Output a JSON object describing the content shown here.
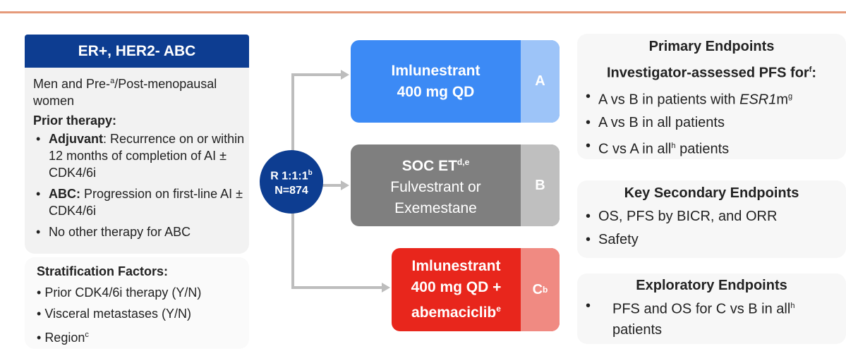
{
  "population": {
    "header": "ER+, HER2- ABC",
    "intro_pre": "Men and Pre-",
    "intro_sup": "a",
    "intro_post": "/Post-menopausal women",
    "prior_title": "Prior therapy:",
    "prior_items": [
      {
        "bold": "Adjuvant",
        "text": ": Recurrence on or within 12 months of completion of AI ± CDK4/6i"
      },
      {
        "bold": "ABC:",
        "text": " Progression on first-line AI ± CDK4/6i"
      },
      {
        "bold": "",
        "text": "No other therapy for ABC"
      }
    ]
  },
  "stratification": {
    "title": "Stratification Factors:",
    "items": [
      "Prior CDK4/6i therapy (Y/N)",
      "Visceral metastases (Y/N)",
      "Region"
    ],
    "region_sup": "c"
  },
  "randomization": {
    "line1": "R 1:1:1",
    "sup": "b",
    "line2": "N=874",
    "color": "#0d3d91"
  },
  "arms": [
    {
      "line1": "Imlunestrant",
      "line2": "400 mg QD",
      "label": "A",
      "color": "#3c8af5",
      "label_color": "#9dc4f8"
    },
    {
      "line1": "SOC ET",
      "sup1": "d,e",
      "line2": "Fulvestrant or",
      "line3": "Exemestane",
      "label": "B",
      "color": "#7f7f7f",
      "label_color": "#bfbfbf"
    },
    {
      "line1": "Imlunestrant",
      "line2": "400 mg QD +",
      "line3": "abemaciclib",
      "sup3": "e",
      "label": "C",
      "label_sup": "b",
      "color": "#e8261c",
      "label_color": "#f08a82"
    }
  ],
  "primary": {
    "title": "Primary Endpoints",
    "subtitle": "Investigator-assessed PFS for",
    "subtitle_sup": "f",
    "items": [
      {
        "text": "A vs B in patients with ",
        "ital": "ESR1",
        "tail": "m",
        "sup": "g"
      },
      {
        "text": "A vs B in all patients"
      },
      {
        "text": "C vs A in all",
        "sup": "h",
        "tail": " patients"
      }
    ]
  },
  "secondary": {
    "title": "Key Secondary Endpoints",
    "items": [
      "OS, PFS by BICR, and ORR",
      "Safety"
    ]
  },
  "exploratory": {
    "title": "Exploratory Endpoints",
    "item_pre": "PFS and OS for C vs B in all",
    "item_sup": "h",
    "item_post": " patients"
  }
}
